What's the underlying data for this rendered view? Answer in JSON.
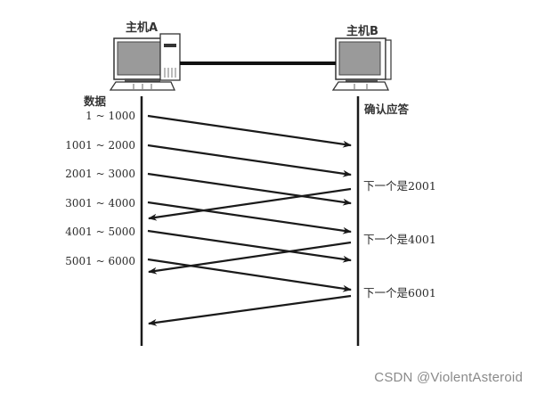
{
  "hosts": {
    "a": {
      "label": "主机A"
    },
    "b": {
      "label": "主机B"
    }
  },
  "labels": {
    "sender_column": "数据",
    "receiver_column": "确认应答"
  },
  "segments": [
    {
      "label": "1 ~ 1000"
    },
    {
      "label": "1001 ~ 2000"
    },
    {
      "label": "2001 ~ 3000"
    },
    {
      "label": "3001 ~ 4000"
    },
    {
      "label": "4001 ~ 5000"
    },
    {
      "label": "5001 ~ 6000"
    }
  ],
  "acks": [
    {
      "label": "下一个是2001"
    },
    {
      "label": "下一个是4001"
    },
    {
      "label": "下一个是6001"
    }
  ],
  "watermark": "CSDN @ViolentAsteroid",
  "colors": {
    "line": "#1a1a1a",
    "monitor_screen": "#9a9a9a",
    "watermark": "#8a8a8a"
  }
}
